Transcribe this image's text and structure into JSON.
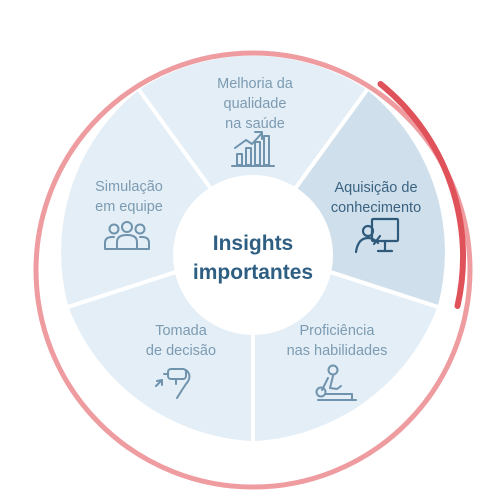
{
  "center": {
    "line1": "Insights",
    "line2": "importantes"
  },
  "segments": [
    {
      "line1": "Melhoria da",
      "line2": "qualidade",
      "line3": "na saúde",
      "icon": "growth-chart-icon",
      "highlighted": false
    },
    {
      "line1": "Aquisição de",
      "line2": "conhecimento",
      "icon": "presenter-board-icon",
      "highlighted": true
    },
    {
      "line1": "Proficiência",
      "line2": "nas habilidades",
      "icon": "massage-therapist-icon",
      "highlighted": false
    },
    {
      "line1": "Tomada",
      "line2": "de decisão",
      "icon": "vr-headset-person-icon",
      "highlighted": false
    },
    {
      "line1": "Simulação",
      "line2": "em equipe",
      "icon": "team-group-icon",
      "highlighted": false
    }
  ],
  "colors": {
    "ring": "#ee9ca0",
    "ring_highlight": "#e0525a",
    "segment_fill": "#e4eef6",
    "segment_highlight_fill": "#cfe0ec",
    "segment_text": "#7c9bb2",
    "segment_highlight_text": "#3b6281",
    "icon": "#6f93ad",
    "icon_highlight": "#2f5a7c",
    "center_text": "#2e5f82"
  }
}
